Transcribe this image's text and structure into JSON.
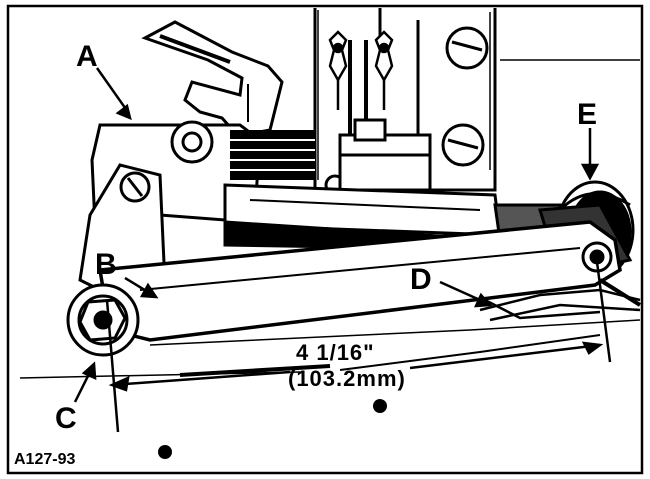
{
  "labels": {
    "a": "A",
    "b": "B",
    "c": "C",
    "d": "D",
    "e": "E"
  },
  "dimension": {
    "imperial": "4  1/16\"",
    "metric": "(103.2mm)"
  },
  "figure_id": "A127-93",
  "colors": {
    "ink": "#000000",
    "paper": "#ffffff"
  }
}
